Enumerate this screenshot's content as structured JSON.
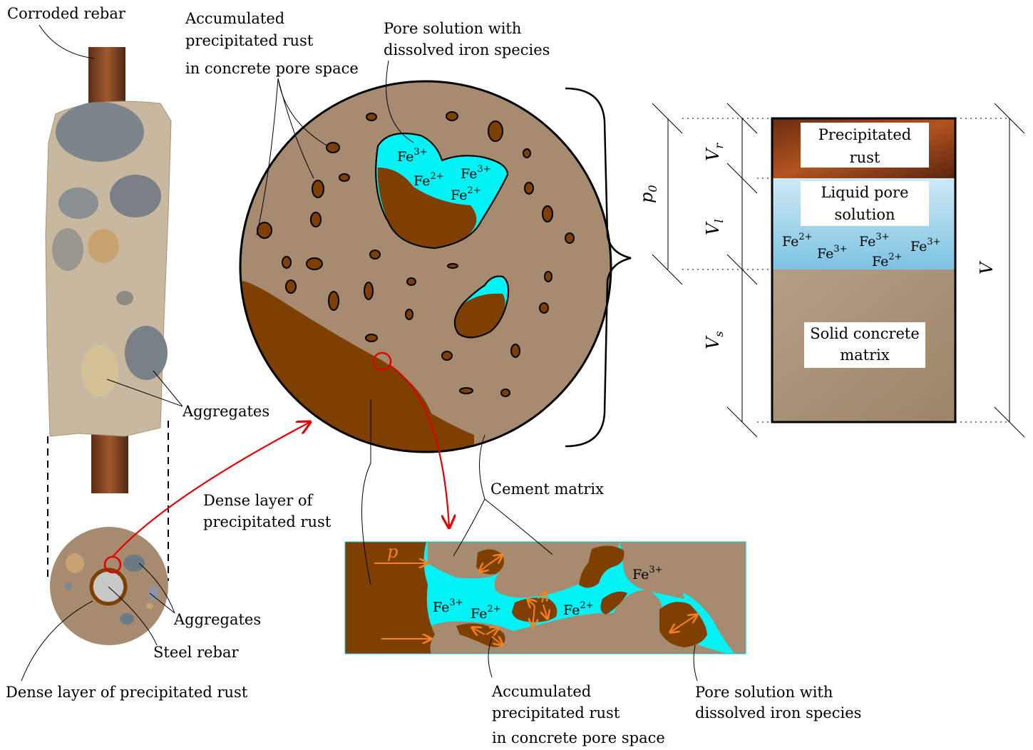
{
  "labels": {
    "corroded_rebar": "Corroded rebar",
    "accumulated_top": [
      "Accumulated",
      "precipitated rust",
      "in concrete pore space"
    ],
    "pore_solution_top": [
      "Pore solution with",
      "dissolved iron species"
    ],
    "aggregates_1": "Aggregates",
    "aggregates_2": "Aggregates",
    "dense_layer_mid": [
      "Dense layer of",
      "precipitated rust"
    ],
    "cement_matrix": "Cement matrix",
    "steel_rebar": "Steel rebar",
    "dense_layer_bottom": "Dense layer of precipitated rust",
    "accumulated_bottom": [
      "Accumulated",
      "precipitated rust",
      "in concrete pore space"
    ],
    "pore_solution_bottom": [
      "Pore solution with",
      "dissolved iron species"
    ]
  },
  "ions": {
    "fe3": "Fe",
    "fe3_charge": "3+",
    "fe2": "Fe",
    "fe2_charge": "2+"
  },
  "pressure_symbol": "p",
  "volume_column": {
    "p0_label": "p",
    "p0_sub": "0",
    "Vr": "V",
    "Vr_sub": "r",
    "Vl": "V",
    "Vl_sub": "l",
    "Vs": "V",
    "Vs_sub": "s",
    "V": "V",
    "boxes": {
      "rust": [
        "Precipitated",
        "rust"
      ],
      "liquid": [
        "Liquid pore",
        "solution"
      ],
      "solid": [
        "Solid concrete",
        "matrix"
      ]
    }
  },
  "colors": {
    "rust": "#7f3f00",
    "cement": "#a68b70",
    "pore_solution": "#00f2f4",
    "arrow_orange": "#f5821f",
    "red": "#e00000"
  }
}
